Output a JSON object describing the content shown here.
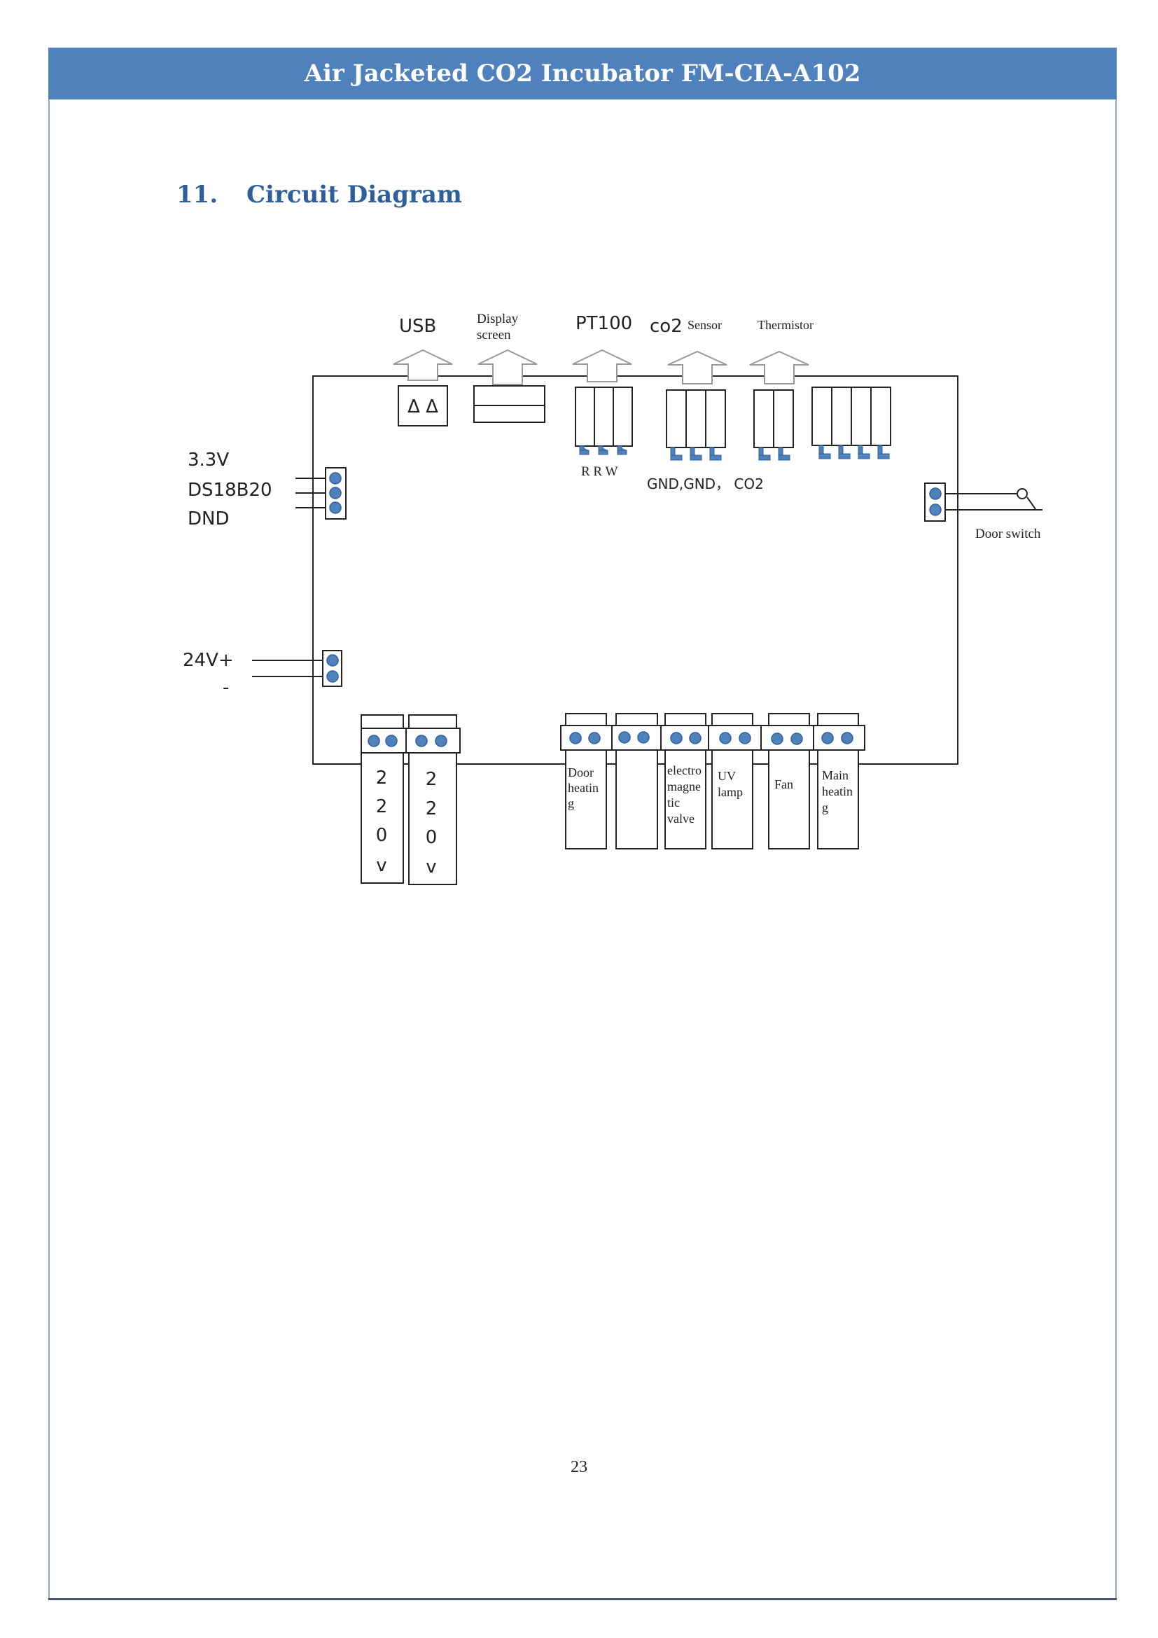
{
  "header": {
    "title": "Air Jacketed CO2 Incubator FM-CIA-A102"
  },
  "section": {
    "number": "11.",
    "title": "Circuit Diagram"
  },
  "diagram": {
    "top_labels": {
      "usb": "USB",
      "display_1": "Display",
      "display_2": "screen",
      "pt100": "PT100",
      "co2": "co2",
      "sensor": "Sensor",
      "thermistor": "Thermistor"
    },
    "usb_symbols": "Δ  Δ",
    "pt100_pins": "R  R  W",
    "co2_pins": "GND,GND，  CO2",
    "left_labels": {
      "v33": "3.3V",
      "ds18b20": "DS18B20",
      "dnd": "DND",
      "v24_plus": "24V+",
      "v24_minus": "-"
    },
    "door_switch": "Door switch",
    "mains_column": [
      "2",
      "2",
      "0",
      "v"
    ],
    "bottom_labels": {
      "door_heating": [
        "Door",
        "heatin",
        "g"
      ],
      "electro_valve": [
        "electro",
        "magne",
        "tic",
        "valve"
      ],
      "uv_lamp": [
        "UV",
        "lamp"
      ],
      "fan": [
        "Fan"
      ],
      "main_heating": [
        "Main",
        "heatin",
        "g"
      ]
    },
    "colors": {
      "pin": "#4f81bd",
      "line": "#222222",
      "arrow": "#999999"
    }
  },
  "footer": {
    "page_number": "23"
  }
}
